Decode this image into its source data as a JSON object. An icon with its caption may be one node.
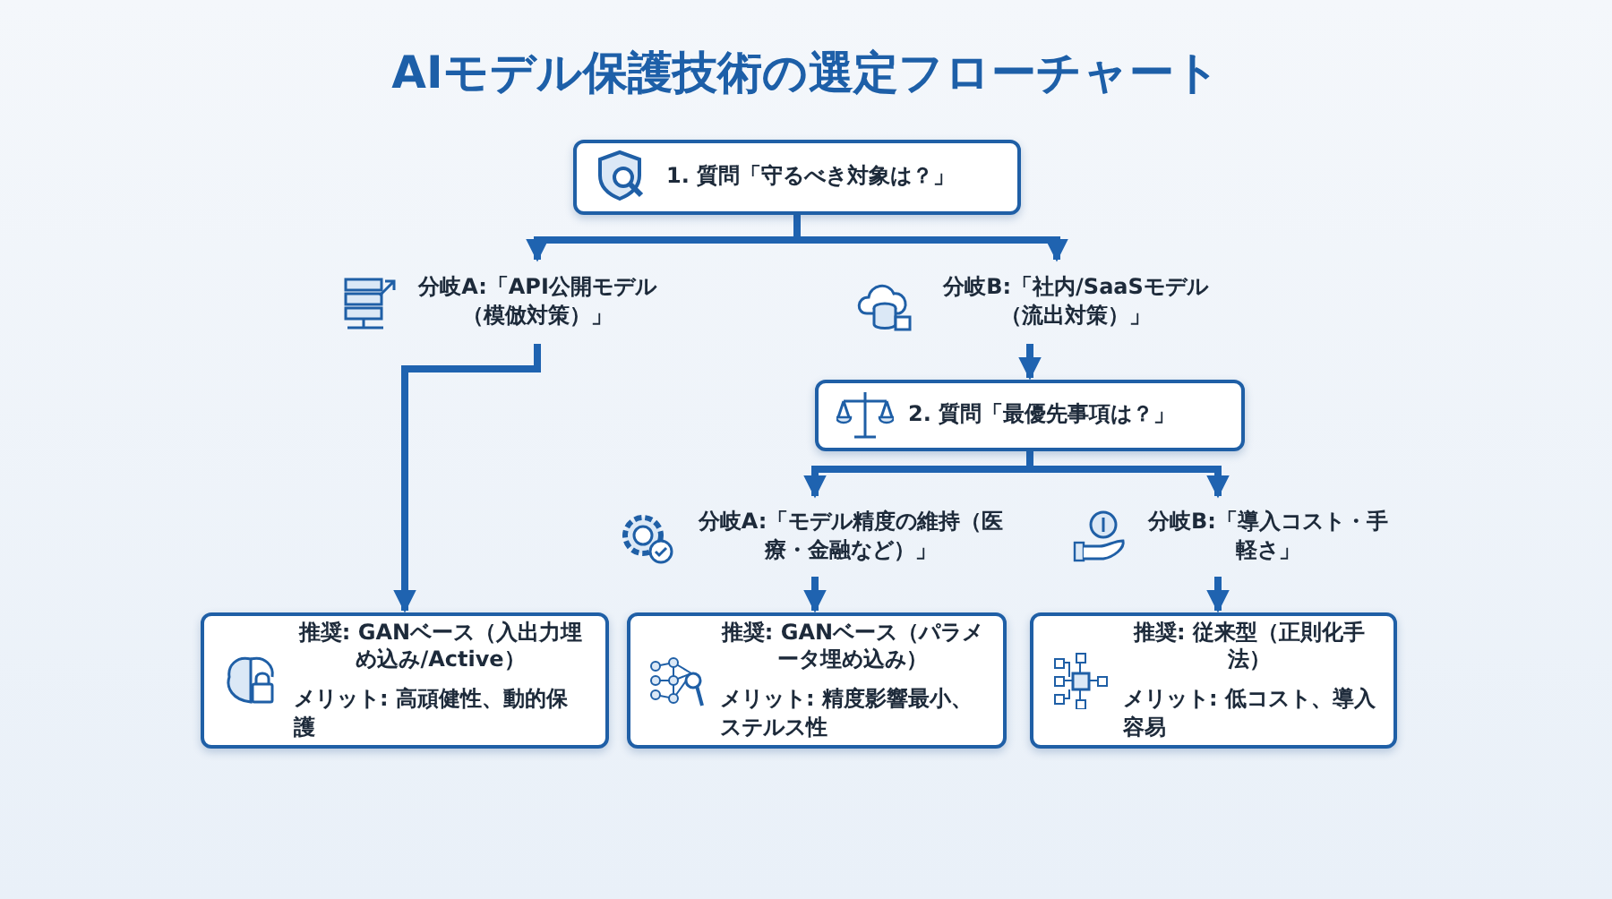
{
  "diagram": {
    "title": "AIモデル保護技術の選定フローチャート",
    "nodes": [
      {
        "text": [
          "1. 質問「守るべき対象は？」"
        ]
      },
      {
        "text": [
          "分岐A:「API公開モデル（模倣対策）」"
        ]
      },
      {
        "text": [
          "分岐B:「社内/SaaSモデル（流出対策）」"
        ]
      },
      {
        "text": [
          "2. 質問「最優先事項は？」"
        ]
      },
      {
        "text": [
          "分岐A:「モデル精度の維持（医療・金融など）」"
        ]
      },
      {
        "text": [
          "分岐B:「導入コスト・手軽さ」"
        ]
      },
      {
        "text": [
          "推奨: GANベース（入出力埋め込み/Active）",
          "メリット: 高頑健性、動的保護"
        ]
      },
      {
        "text": [
          "推奨: GANベース（パラメータ埋め込み）",
          "メリット: 精度影響最小、ステルス性"
        ]
      },
      {
        "text": [
          "推奨: 従来型（正則化手法）",
          "メリット: 低コスト、導入容易"
        ]
      }
    ],
    "edges": [
      {
        "from": 0,
        "to": 1,
        "arrow": "to"
      },
      {
        "from": 0,
        "to": 2,
        "arrow": "to"
      },
      {
        "from": 1,
        "to": 6,
        "arrow": "to"
      },
      {
        "from": 2,
        "to": 3,
        "arrow": "to"
      },
      {
        "from": 3,
        "to": 4,
        "arrow": "to"
      },
      {
        "from": 3,
        "to": 5,
        "arrow": "to"
      },
      {
        "from": 4,
        "to": 7,
        "arrow": "to"
      },
      {
        "from": 5,
        "to": 8,
        "arrow": "to"
      }
    ]
  }
}
